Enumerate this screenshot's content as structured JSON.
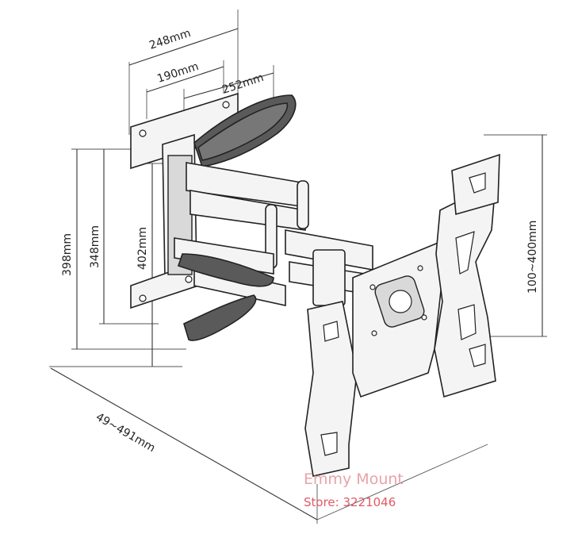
{
  "dimensions": {
    "wall_plate_width": "248mm",
    "wall_plate_hole_spacing": "190mm",
    "arm_length": "252mm",
    "overall_height": "398mm",
    "mid_height": "348mm",
    "wall_plate_height": "402mm",
    "vesa_range": "100~400mm",
    "extension_range": "49~491mm"
  },
  "watermark": {
    "brand": "Emmy Mount",
    "store": "Store: 3221046"
  }
}
